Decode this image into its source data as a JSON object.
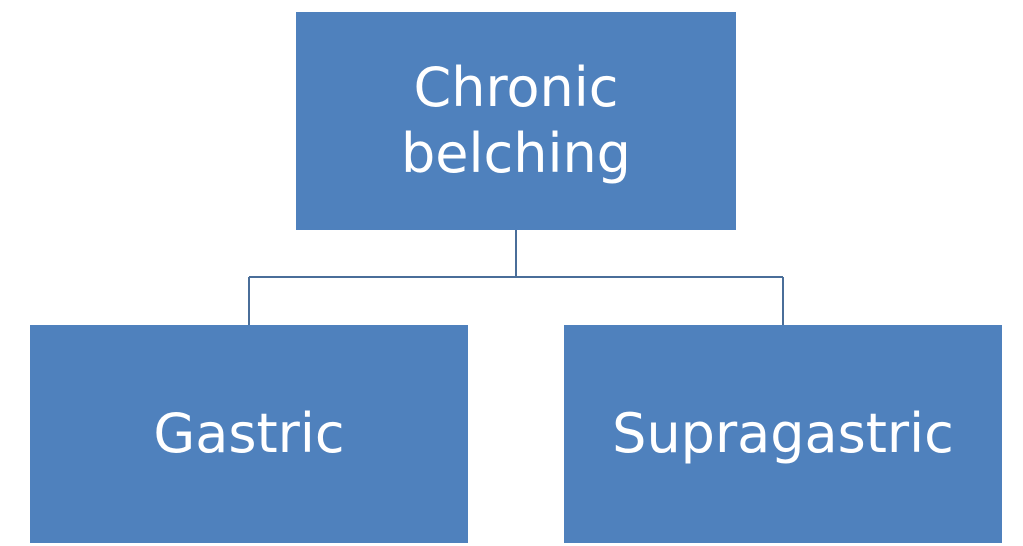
{
  "diagram": {
    "root": {
      "label": "Chronic\nbelching"
    },
    "children": [
      {
        "label": "Gastric"
      },
      {
        "label": "Supragastric"
      }
    ]
  },
  "colors": {
    "box_fill": "#4f81bd",
    "connector": "#4a6e99",
    "text": "#ffffff",
    "background": "#ffffff"
  }
}
